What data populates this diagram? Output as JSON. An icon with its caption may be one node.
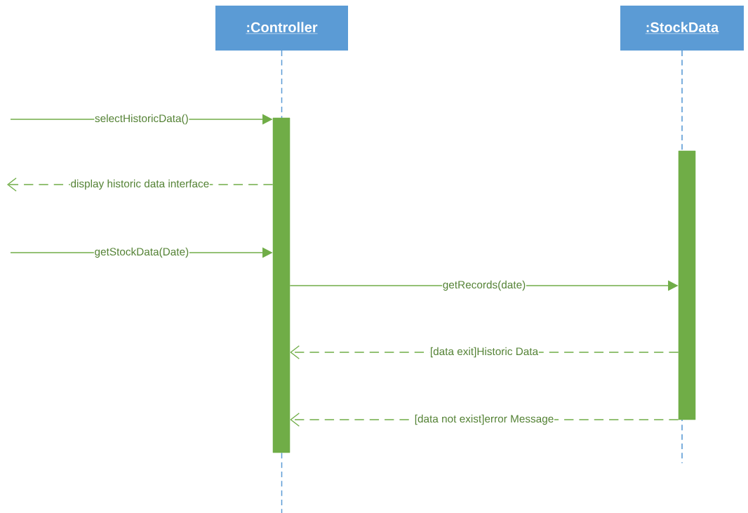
{
  "diagram": {
    "nodes": [
      {
        "text": [
          ":Controller"
        ]
      },
      {
        "text": [
          ":StockData"
        ]
      },
      {
        "text": [],
        "shape": "bar"
      },
      {
        "text": [],
        "shape": "bar"
      }
    ],
    "edges": [
      {
        "from": null,
        "to": 2,
        "arrow": "to",
        "label": "selectHistoricData()"
      },
      {
        "from": 2,
        "to": null,
        "arrow": "to",
        "label": "display historic data interface",
        "style": "dashed"
      },
      {
        "from": null,
        "to": 2,
        "arrow": "to",
        "label": "getStockData(Date)"
      },
      {
        "from": 2,
        "to": 3,
        "arrow": "to",
        "label": "getRecords(date)"
      },
      {
        "from": 3,
        "to": 2,
        "arrow": "to",
        "label": "[data exit]Historic Data",
        "style": "dashed"
      },
      {
        "from": 3,
        "to": 2,
        "arrow": "to",
        "label": "[data not exist]error Message",
        "style": "dashed"
      }
    ]
  }
}
